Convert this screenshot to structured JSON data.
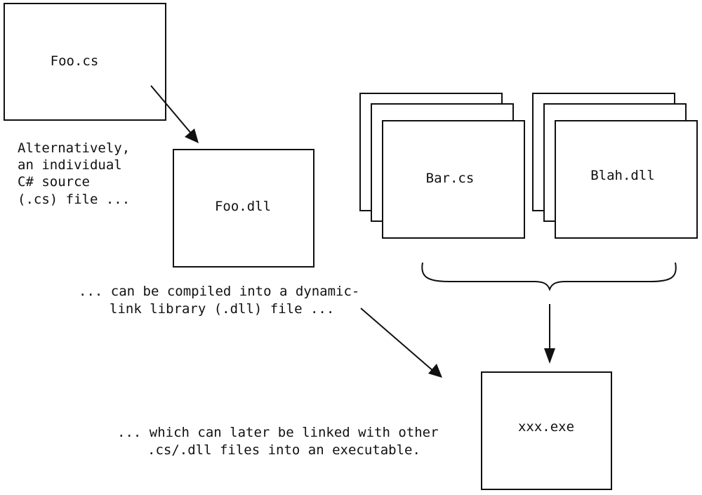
{
  "boxes": {
    "foo_cs": "Foo.cs",
    "foo_dll": "Foo.dll",
    "bar_cs": "Bar.cs",
    "blah_dll": "Blah.dll",
    "xxx_exe": "xxx.exe"
  },
  "notes": {
    "source": [
      "Alternatively,",
      "an individual",
      "C# source",
      "(.cs) file ..."
    ],
    "compile": [
      "... can be compiled into a dynamic-",
      "link library (.dll) file ..."
    ],
    "link": [
      "... which can later be linked with other",
      ".cs/.dll files into an executable."
    ]
  },
  "colors": {
    "stroke": "#111111",
    "background": "#ffffff"
  }
}
